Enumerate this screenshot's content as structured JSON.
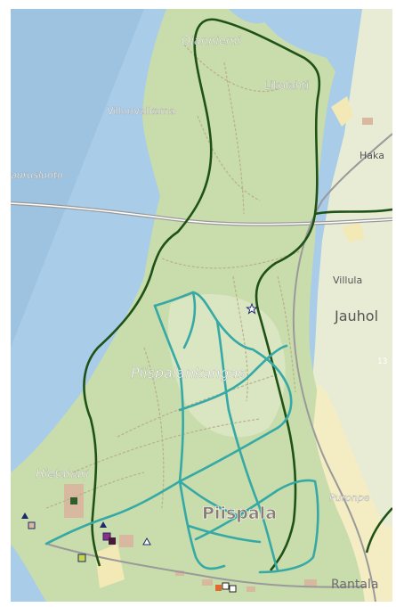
{
  "colors": {
    "water": "#a9cce8",
    "land_outside": "#e8ecd5",
    "forest": "#c9dcab",
    "forest_light": "#d9e6c1",
    "sand": "#f4ecc3",
    "field": "#f2e9b6",
    "building": "#d8b9a0",
    "ski_trail": "#35a9a5",
    "hiking_trail": "#1f5216",
    "path": "#b9b08c",
    "road": "#9a9a9a",
    "label": "#ffffff",
    "label_dark": "#6e6e6e"
  },
  "labels": {
    "ojanniemi": "Ojanniemi",
    "likolahti": "Likolahti",
    "villunvalkama": "Villunvalkama",
    "haka": "Haka",
    "aurusluoto": "aurusluoto",
    "villula": "Villula",
    "jauhola": "Jauhol",
    "depth_13": "13",
    "piispalankangas": "Piispalankangas",
    "hietaharju": "Hietaharj",
    "puronpera": "Puronpe",
    "piispala": "Piispala",
    "rantala": "Rantala"
  },
  "icons": {
    "star": "star-icon",
    "triangle": "triangle-icon",
    "square": "square-icon"
  }
}
